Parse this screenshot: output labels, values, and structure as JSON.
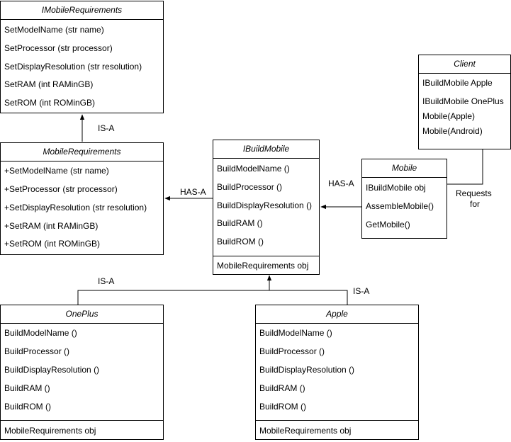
{
  "classes": {
    "imobile_requirements": {
      "title": "IMobileRequirements",
      "members": [
        "SetModelName (str name)",
        "SetProcessor (str processor)",
        "SetDisplayResolution (str resolution)",
        "SetRAM (int RAMinGB)",
        "SetROM (int ROMinGB)"
      ]
    },
    "mobile_requirements": {
      "title": "MobileRequirements",
      "members": [
        "+SetModelName (str name)",
        "+SetProcessor (str processor)",
        "+SetDisplayResolution (str resolution)",
        "+SetRAM (int RAMinGB)",
        "+SetROM (int ROMinGB)"
      ]
    },
    "ibuild_mobile": {
      "title": "IBuildMobile",
      "members": [
        "BuildModelName ()",
        "BuildProcessor ()",
        "BuildDisplayResolution ()",
        "BuildRAM ()",
        "BuildROM ()"
      ],
      "field": "MobileRequirements obj"
    },
    "mobile": {
      "title": "Mobile",
      "members": [
        "IBuildMobile obj",
        "AssembleMobile()",
        "GetMobile()"
      ]
    },
    "client": {
      "title": "Client",
      "members": [
        "IBuildMobile Apple",
        "IBuildMobile OnePlus",
        "Mobile(Apple)",
        "Mobile(Android)"
      ]
    },
    "oneplus": {
      "title": "OnePlus",
      "members": [
        "BuildModelName ()",
        "BuildProcessor ()",
        "BuildDisplayResolution ()",
        "BuildRAM ()",
        "BuildROM ()"
      ],
      "field": "MobileRequirements obj"
    },
    "apple": {
      "title": "Apple",
      "members": [
        "BuildModelName ()",
        "BuildProcessor ()",
        "BuildDisplayResolution ()",
        "BuildRAM ()",
        "BuildROM ()"
      ],
      "field": "MobileRequirements obj"
    }
  },
  "labels": {
    "isa_requirements": "IS-A",
    "hasa_requirements": "HAS-A",
    "hasa_builder": "HAS-A",
    "isa_oneplus": "IS-A",
    "isa_apple": "IS-A",
    "requests_line1": "Requests",
    "requests_line2": "for"
  }
}
